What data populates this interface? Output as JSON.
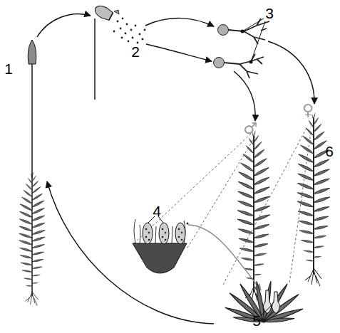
{
  "diagram": {
    "labels": [
      "1",
      "2",
      "3",
      "4",
      "5",
      "6",
      "♂",
      "♀"
    ]
  }
}
